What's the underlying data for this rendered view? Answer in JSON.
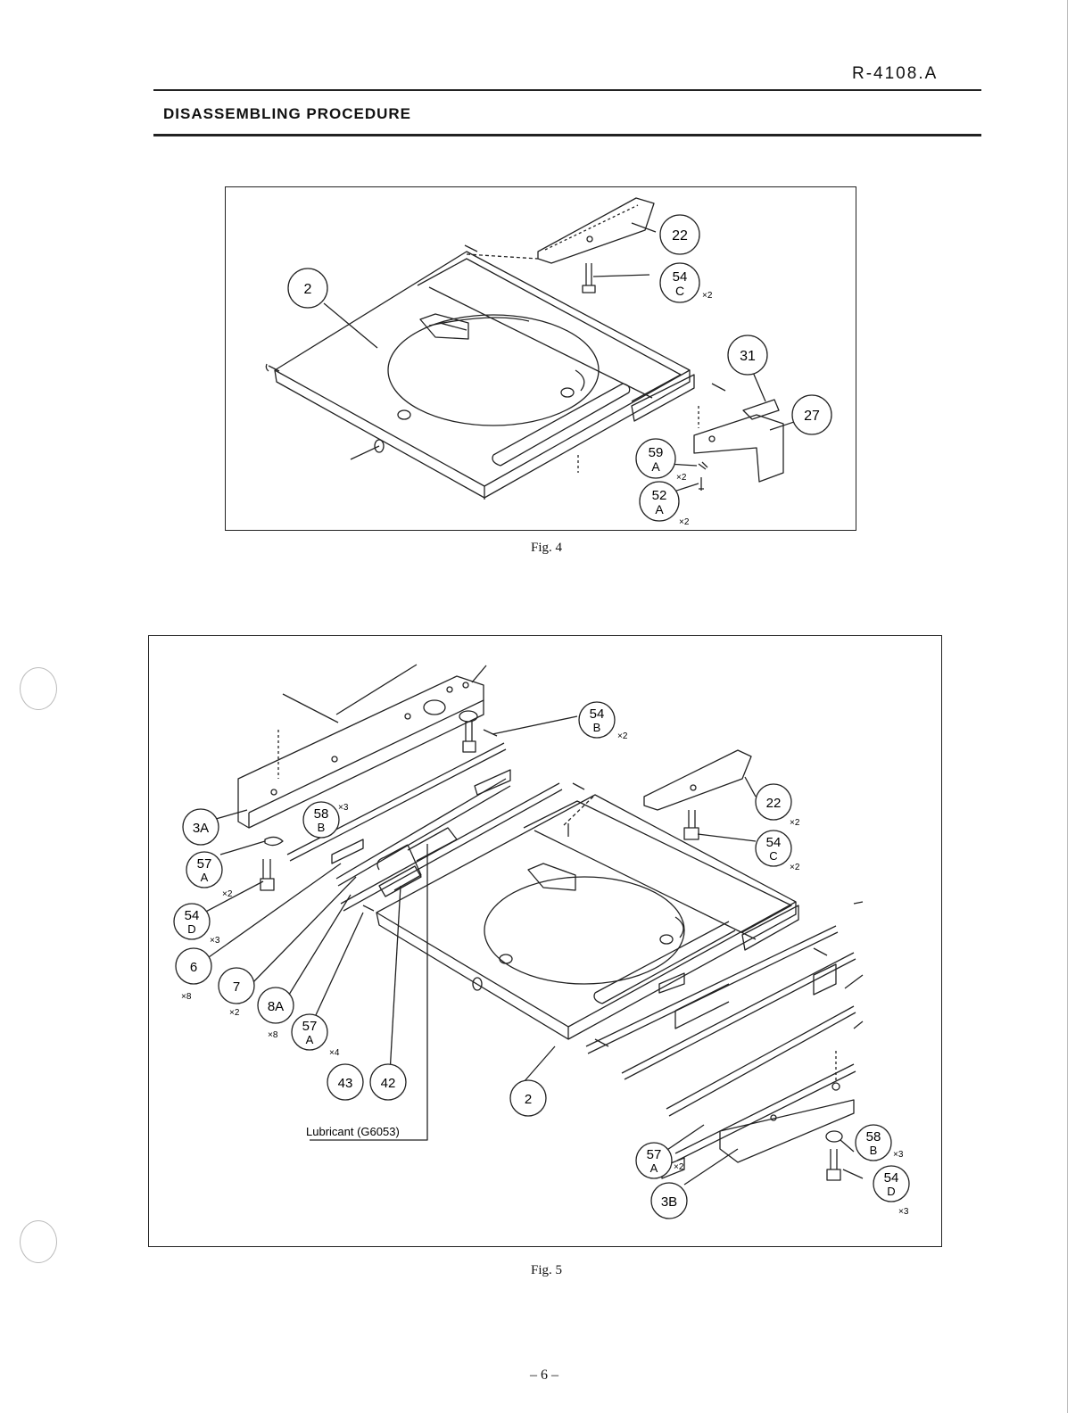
{
  "header": {
    "doc_code": "R-4108.A",
    "section_title": "DISASSEMBLING PROCEDURE"
  },
  "fig4": {
    "caption": "Fig. 4",
    "callouts": [
      {
        "id": "c4-2",
        "top": "2",
        "sub": ""
      },
      {
        "id": "c4-22",
        "top": "22",
        "sub": ""
      },
      {
        "id": "c4-54c",
        "top": "54",
        "sub": "C"
      },
      {
        "id": "c4-31",
        "top": "31",
        "sub": ""
      },
      {
        "id": "c4-27",
        "top": "27",
        "sub": ""
      },
      {
        "id": "c4-59a",
        "top": "59",
        "sub": "A"
      },
      {
        "id": "c4-52a",
        "top": "52",
        "sub": "A"
      }
    ],
    "multipliers": [
      "×2",
      "×2",
      "×2"
    ]
  },
  "fig5": {
    "caption": "Fig. 5",
    "lubricant_label": "Lubricant (G6053)",
    "callouts": [
      {
        "id": "c5-54b",
        "top": "54",
        "sub": "B"
      },
      {
        "id": "c5-22",
        "top": "22",
        "sub": ""
      },
      {
        "id": "c5-54c",
        "top": "54",
        "sub": "C"
      },
      {
        "id": "c5-3a",
        "top": "3A",
        "sub": ""
      },
      {
        "id": "c5-58b",
        "top": "58",
        "sub": "B"
      },
      {
        "id": "c5-57a-l",
        "top": "57",
        "sub": "A"
      },
      {
        "id": "c5-54d-l",
        "top": "54",
        "sub": "D"
      },
      {
        "id": "c5-6",
        "top": "6",
        "sub": ""
      },
      {
        "id": "c5-7",
        "top": "7",
        "sub": ""
      },
      {
        "id": "c5-8a",
        "top": "8A",
        "sub": ""
      },
      {
        "id": "c5-57a-m",
        "top": "57",
        "sub": "A"
      },
      {
        "id": "c5-43",
        "top": "43",
        "sub": ""
      },
      {
        "id": "c5-42",
        "top": "42",
        "sub": ""
      },
      {
        "id": "c5-2",
        "top": "2",
        "sub": ""
      },
      {
        "id": "c5-57a-r",
        "top": "57",
        "sub": "A"
      },
      {
        "id": "c5-3b",
        "top": "3B",
        "sub": ""
      },
      {
        "id": "c5-58b-r",
        "top": "58",
        "sub": "B"
      },
      {
        "id": "c5-54d-r",
        "top": "54",
        "sub": "D"
      }
    ],
    "multipliers": [
      "×2",
      "×2",
      "×2",
      "×3",
      "×2",
      "×3",
      "×8",
      "×2",
      "×8",
      "×4",
      "×2",
      "×3",
      "×3"
    ]
  },
  "footer": {
    "page_number": "– 6 –"
  }
}
